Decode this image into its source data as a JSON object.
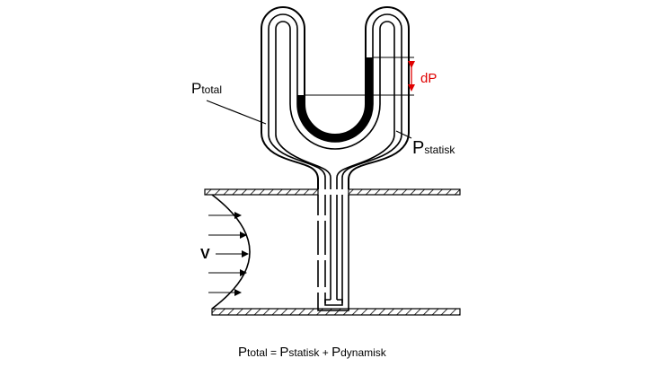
{
  "labels": {
    "p_total": {
      "main": "P",
      "sub": "total"
    },
    "p_statisk": {
      "main": "P",
      "sub": "statisk"
    },
    "dp": "dP",
    "velocity": "V"
  },
  "equation": {
    "lhs_main": "P",
    "lhs_sub": "total",
    "equals": " = ",
    "term1_main": "P",
    "term1_sub": "statisk",
    "plus": " + ",
    "term2_main": "P",
    "term2_sub": "dynamisk"
  },
  "colors": {
    "line": "#000000",
    "fluid": "#000000",
    "tube_fill": "#ffffff",
    "accent": "#e00000"
  }
}
